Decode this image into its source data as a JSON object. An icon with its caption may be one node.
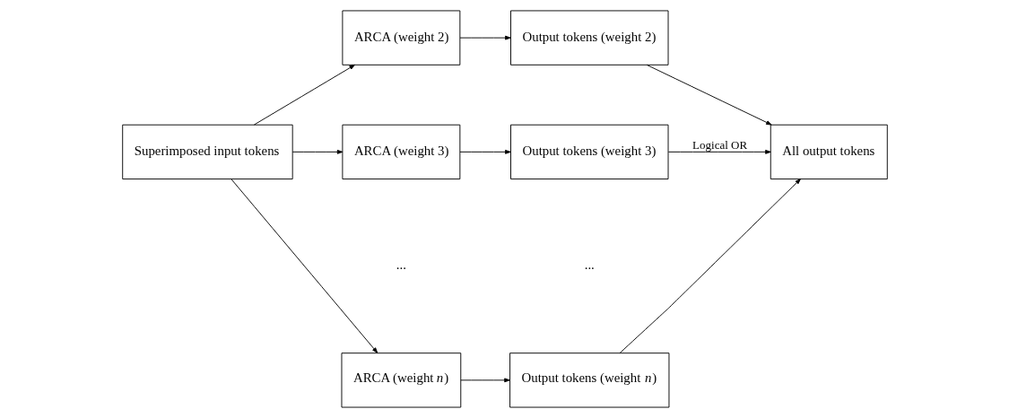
{
  "diagram": {
    "nodes": [
      {
        "text": [
          "Superimposed input tokens"
        ]
      },
      {
        "text": [
          "ARCA (weight 2)"
        ]
      },
      {
        "text": [
          "ARCA (weight 3)"
        ]
      },
      {
        "text": [
          "ARCA (weight *n*)"
        ]
      },
      {
        "text": [
          "Output tokens (weight 2)"
        ]
      },
      {
        "text": [
          "Output tokens (weight 3)"
        ]
      },
      {
        "text": [
          "Output tokens (weight *n*)"
        ]
      },
      {
        "text": [
          "All output tokens"
        ]
      }
    ],
    "edges": [
      {
        "from": 0,
        "to": 1,
        "arrow": "to"
      },
      {
        "from": 0,
        "to": 2,
        "arrow": "to"
      },
      {
        "from": 0,
        "to": 3,
        "arrow": "to"
      },
      {
        "from": 1,
        "to": 4,
        "arrow": "to"
      },
      {
        "from": 2,
        "to": 5,
        "arrow": "to"
      },
      {
        "from": 3,
        "to": 6,
        "arrow": "to"
      },
      {
        "from": 4,
        "to": 7,
        "arrow": "to"
      },
      {
        "from": 5,
        "to": 7,
        "arrow": "to",
        "label": "Logical OR"
      },
      {
        "from": 6,
        "to": 7,
        "arrow": "to"
      }
    ],
    "labels": [
      "...",
      "..."
    ]
  }
}
